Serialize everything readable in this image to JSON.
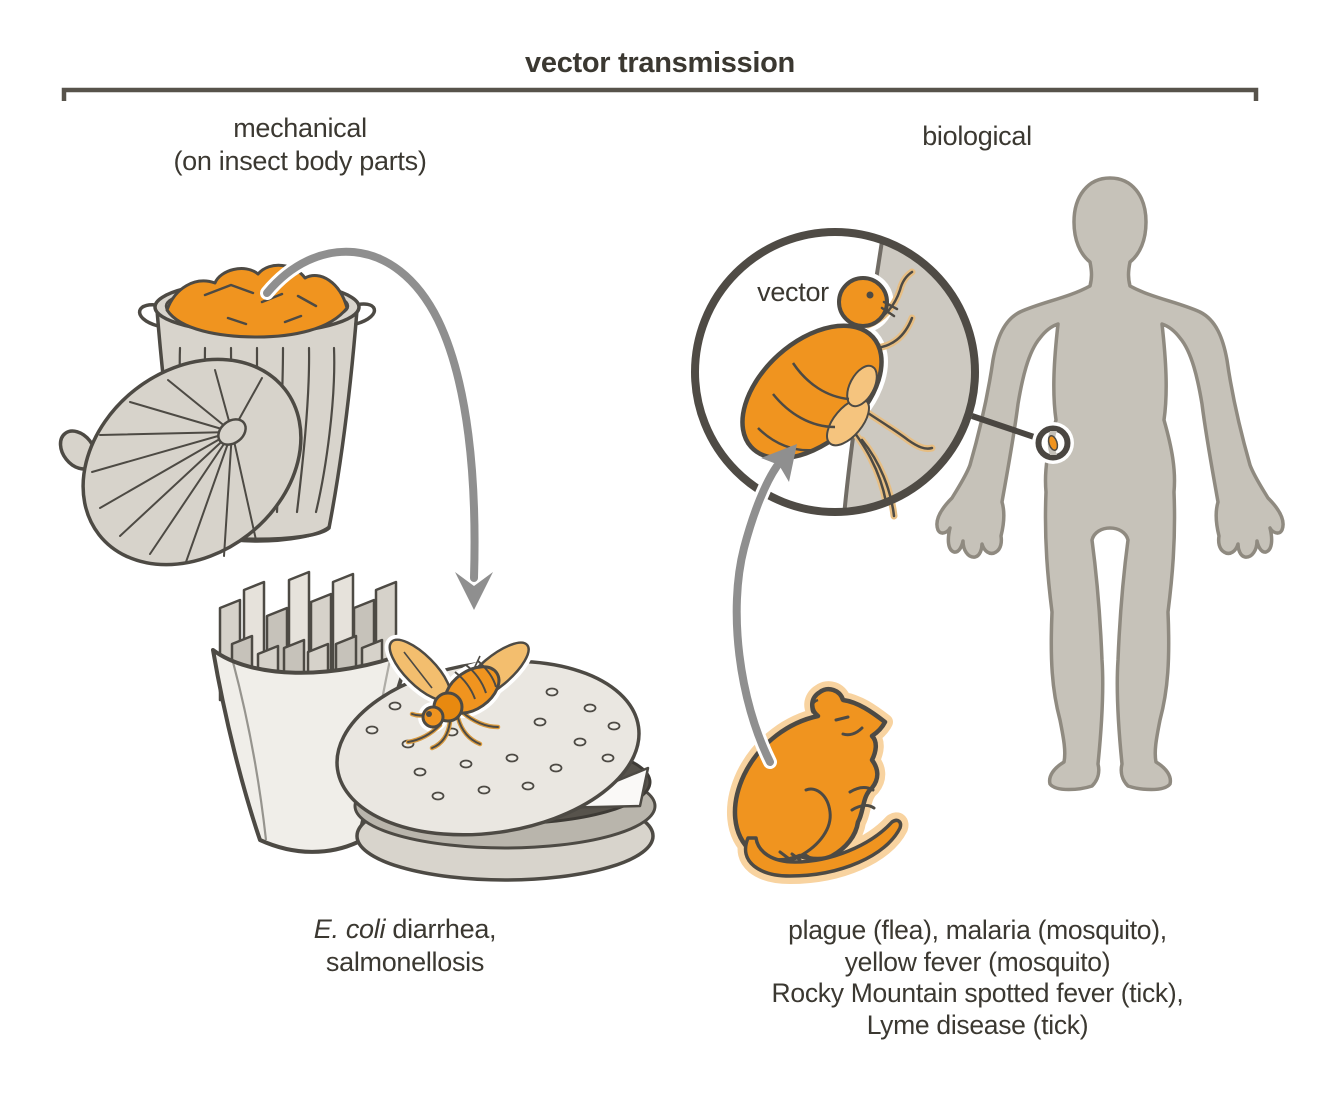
{
  "title": "vector transmission",
  "branches": {
    "mechanical": {
      "label_line1": "mechanical",
      "label_line2": "(on insect body parts)",
      "diseases_italic": "E. coli",
      "diseases_line1_rest": " diarrhea,",
      "diseases_line2": "salmonellosis"
    },
    "biological": {
      "label": "biological",
      "vector_label": "vector",
      "diseases_line1": "plague (flea), malaria (mosquito),",
      "diseases_line2": "yellow fever (mosquito)",
      "diseases_line3": "Rocky Mountain spotted fever (tick),",
      "diseases_line4": "Lyme disease (tick)"
    }
  },
  "colors": {
    "orange": "#F0941F",
    "orange_dark": "#E8890F",
    "peach_glow": "#F8D3A0",
    "light_peach": "#FBD9A8",
    "outline_dark": "#4D4A44",
    "arrow_gray": "#8F8F8F",
    "body_gray": "#C6C2B9",
    "body_outline": "#8F8A80",
    "skin_gray": "#CDC9C1",
    "object_gray": "#D8D4CC",
    "text": "#3B3831",
    "bracket": "#57534B"
  },
  "illustrations": [
    "section-bracket",
    "trash-can-icon",
    "trash-lid-icon",
    "mechanical-transfer-arrow-icon",
    "french-fries-icon",
    "hamburger-icon",
    "fly-icon",
    "magnifier-circle",
    "skin-patch",
    "flea-icon",
    "human-silhouette-icon",
    "bite-site-marker",
    "rat-icon",
    "biological-transfer-arrow-icon"
  ]
}
